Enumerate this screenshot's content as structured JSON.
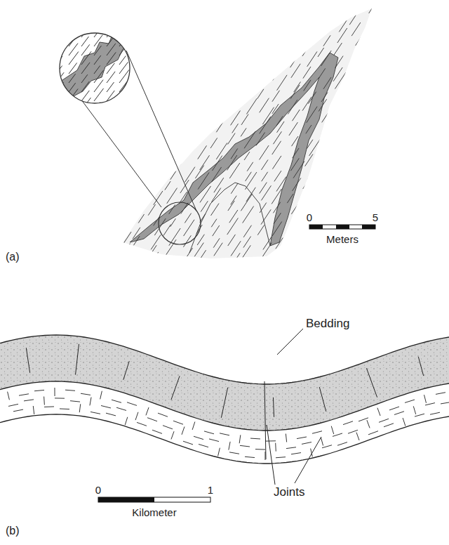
{
  "diagram": {
    "labels": [
      "0",
      "5",
      "Meters",
      "(a)",
      "Bedding",
      "Joints",
      "0",
      "1",
      "Kilometer",
      "(b)"
    ]
  }
}
